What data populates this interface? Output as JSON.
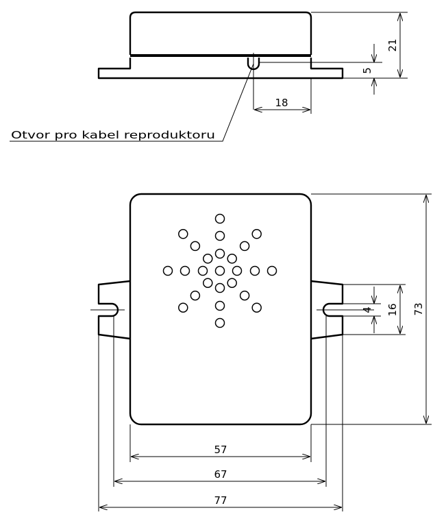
{
  "note": {
    "text": "Otvor pro kabel reproduktoru"
  },
  "side_view": {
    "dimensions": {
      "height_total": "21",
      "flange_height": "5",
      "cable_hole_offset": "18"
    }
  },
  "top_view": {
    "dimensions": {
      "height": "73",
      "ear_width": "16",
      "slot_width": "4",
      "body_width": "57",
      "hole_spacing": "67",
      "overall_width": "77"
    },
    "speaker_hole_count": 25
  }
}
